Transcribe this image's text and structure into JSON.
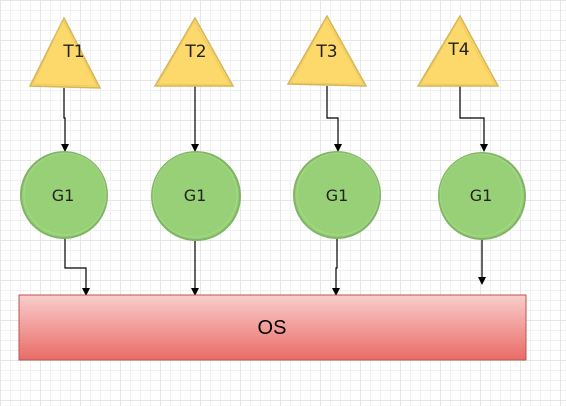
{
  "colors": {
    "thread_fill": "#fdd96b",
    "thread_stroke": "#d6b656",
    "g_fill": "#97d077",
    "g_stroke": "#82b366",
    "os_fill_top": "#f8cecc",
    "os_fill_bottom": "#ea6b66",
    "os_stroke": "#b85450",
    "connector": "#000000"
  },
  "threads": [
    {
      "label": "T1"
    },
    {
      "label": "T2"
    },
    {
      "label": "T3"
    },
    {
      "label": "T4"
    }
  ],
  "goroutines": [
    {
      "label": "G1"
    },
    {
      "label": "G1"
    },
    {
      "label": "G1"
    },
    {
      "label": "G1"
    }
  ],
  "os": {
    "label": "OS"
  }
}
